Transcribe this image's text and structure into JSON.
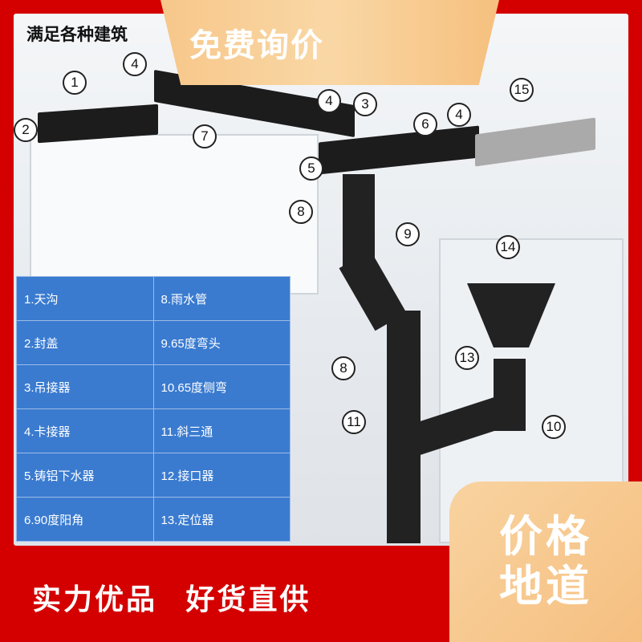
{
  "header": {
    "subtitle": "满足各种建筑",
    "badge": "免费询价"
  },
  "callouts": [
    "1",
    "2",
    "4",
    "7",
    "4",
    "3",
    "6",
    "4",
    "15",
    "5",
    "8",
    "9",
    "14",
    "13",
    "8",
    "11",
    "10"
  ],
  "parts_table": [
    [
      "1.天沟",
      "8.雨水管"
    ],
    [
      "2.封盖",
      "9.65度弯头"
    ],
    [
      "3.吊接器",
      "10.65度侧弯"
    ],
    [
      "4.卡接器",
      "11.斜三通"
    ],
    [
      "5.铸铝下水器",
      "12.接口器"
    ],
    [
      "6.90度阳角",
      "13.定位器"
    ]
  ],
  "footer": {
    "slogan": "实力优品  好货直供",
    "badge_line1": "价格",
    "badge_line2": "地道"
  },
  "colors": {
    "frame": "#d40000",
    "table": "#3a7bd0",
    "badge": "#f7c78a"
  }
}
